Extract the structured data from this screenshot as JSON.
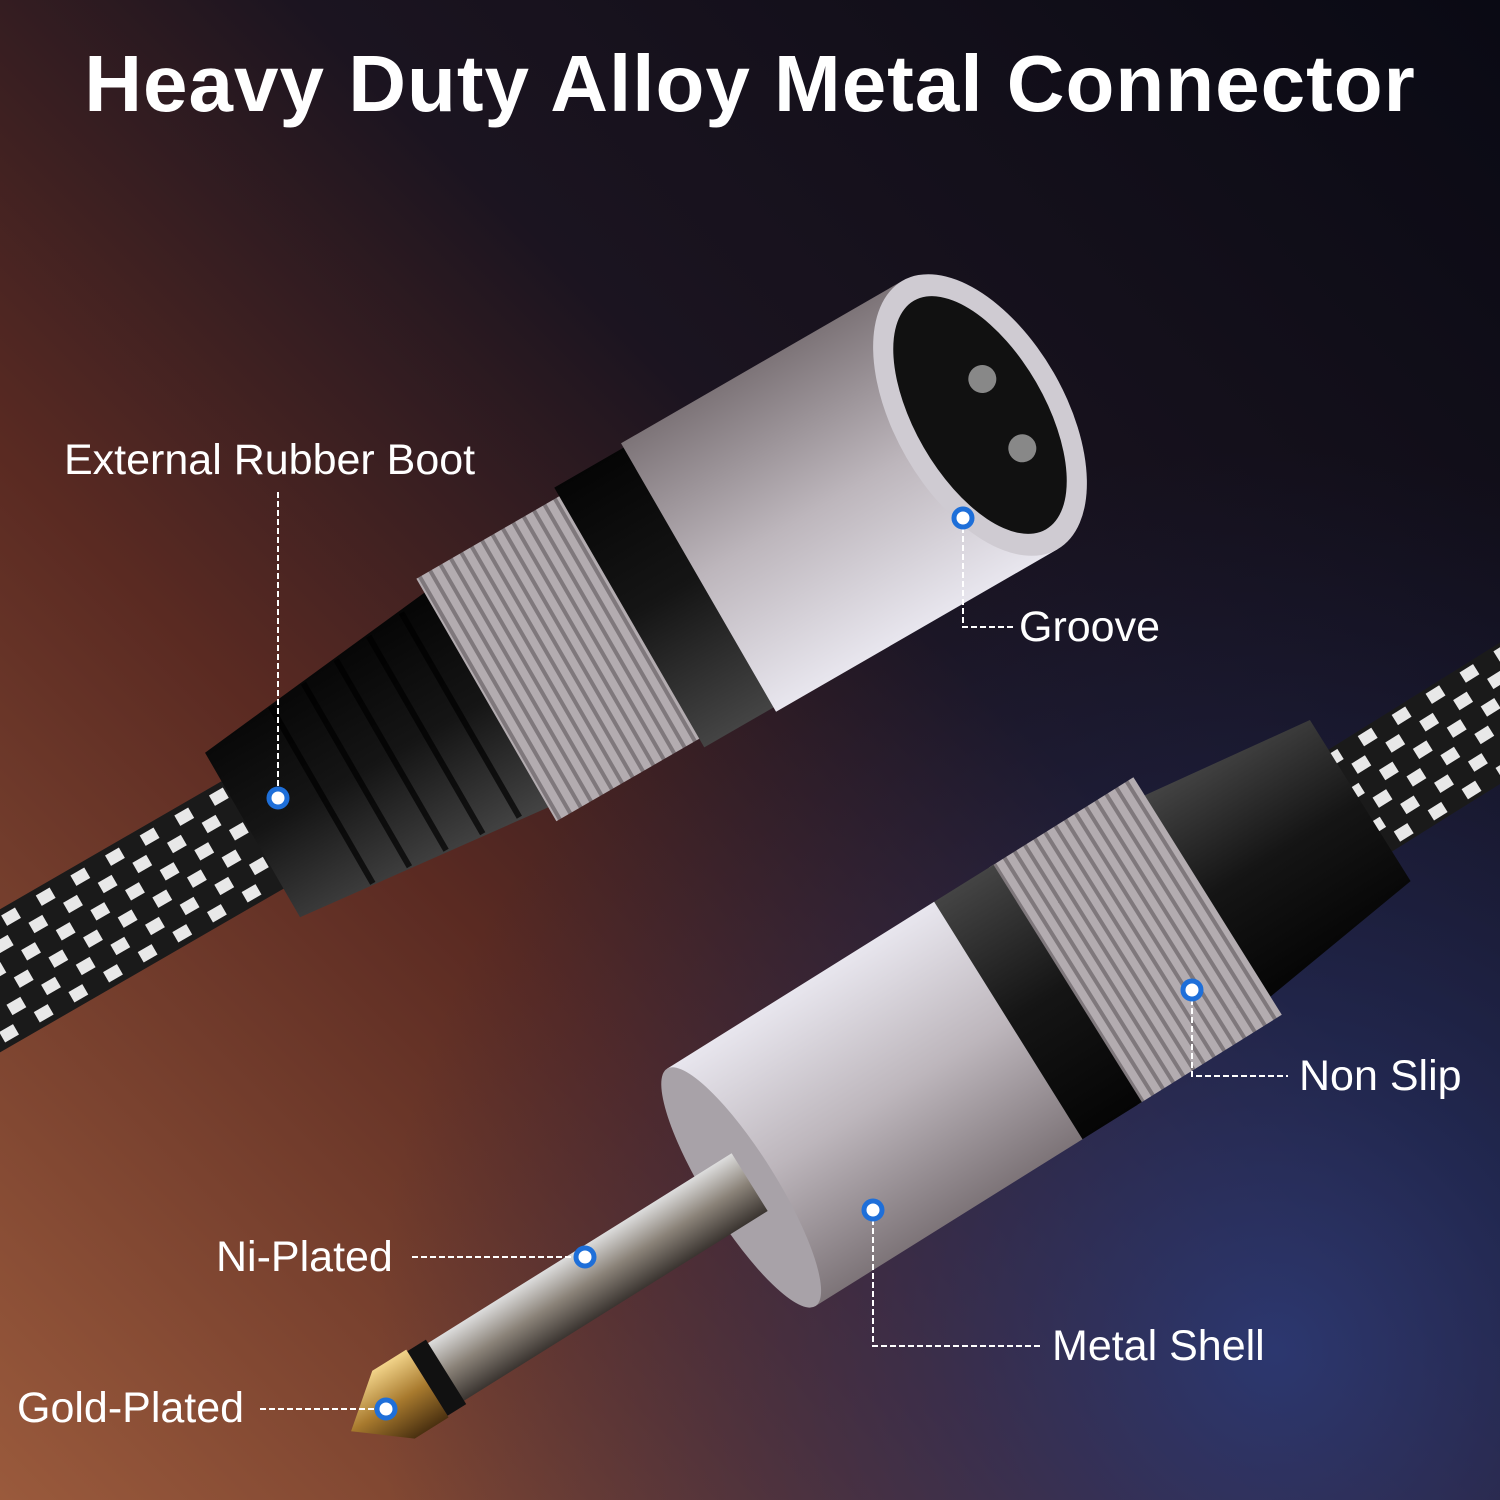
{
  "title": "Heavy Duty Alloy Metal Connector",
  "callouts": {
    "rubber_boot": "External Rubber Boot",
    "groove": "Groove",
    "non_slip": "Non Slip",
    "ni_plated": "Ni-Plated",
    "metal_shell": "Metal Shell",
    "gold_plated": "Gold-Plated"
  },
  "colors": {
    "callout_dot_ring": "#1e6fd9",
    "background_left": "#8a4a30",
    "background_right": "#1a2350"
  }
}
